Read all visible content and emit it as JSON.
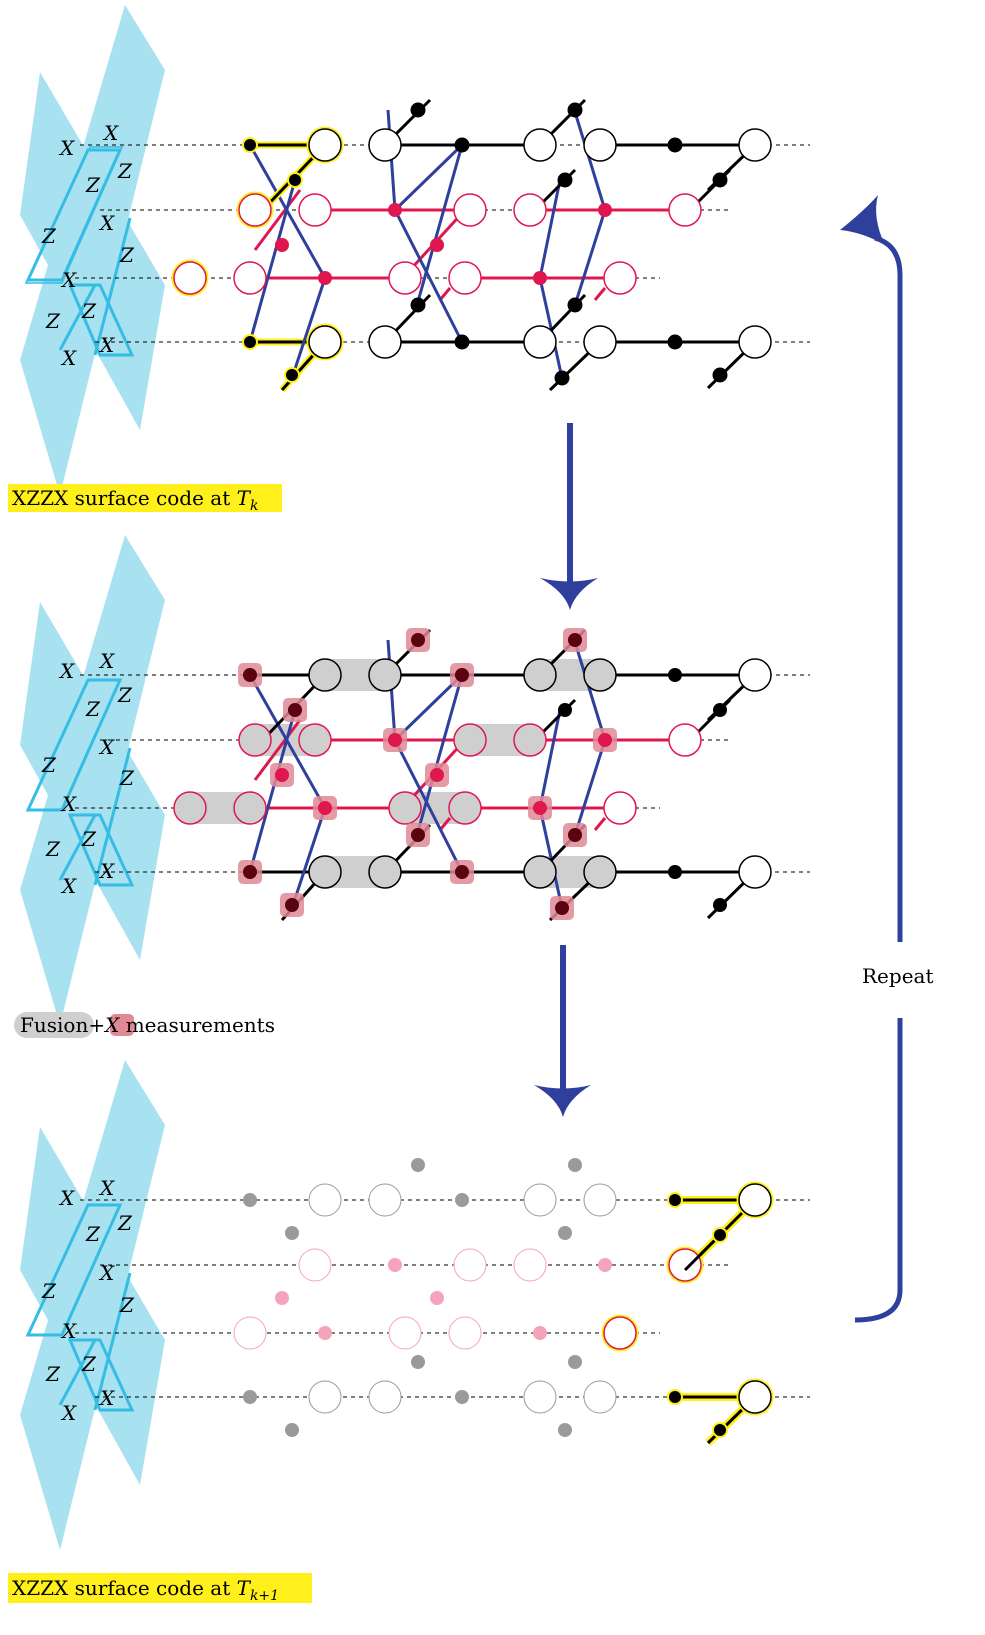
{
  "panels": [
    {
      "caption_prefix": "XZZX surface code at ",
      "caption_var": "T",
      "caption_sub": "k"
    },
    {
      "caption_text": "Fusion+",
      "caption_var": "X",
      "caption_suffix": " measurements"
    },
    {
      "caption_prefix": "XZZX surface code at ",
      "caption_var": "T",
      "caption_sub": "k+1"
    }
  ],
  "stabilizer_labels": {
    "x": "X",
    "z": "Z"
  },
  "repeat_label": "Repeat",
  "colors": {
    "sheet": "#a8e1f0",
    "stabilizer_line": "#35bde3",
    "crimson": "#e0174f",
    "navy": "#2e3f9c",
    "highlight": "#ffef1a",
    "fusion_gray": "#cfcfcf",
    "measure_pink": "#e08a96",
    "faded_gray": "#9a9a9a",
    "faded_pink": "#f4a3bb"
  }
}
